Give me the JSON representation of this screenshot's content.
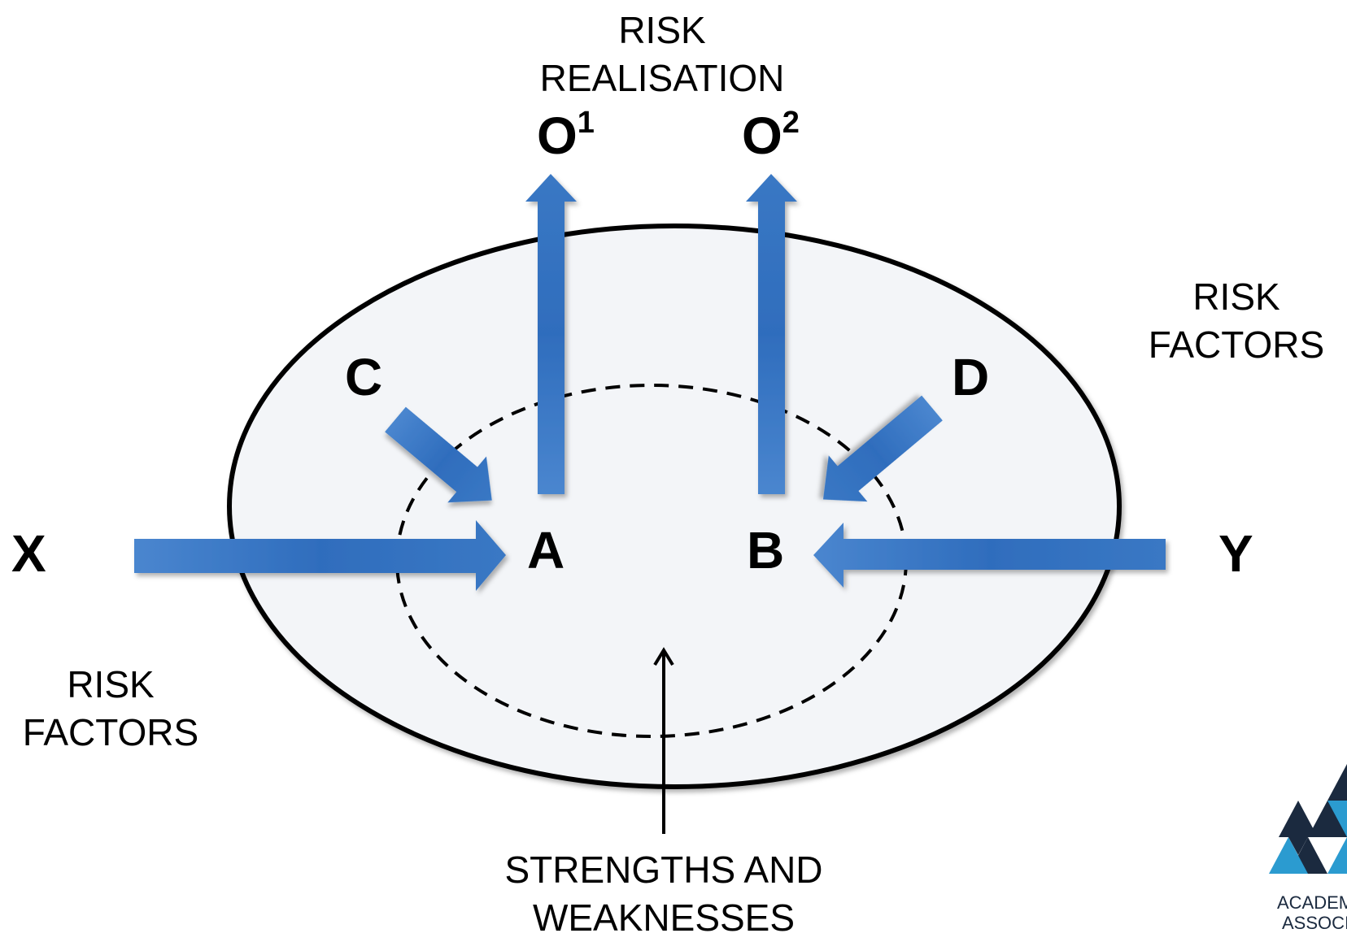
{
  "labels": {
    "risk_realisation": [
      "RISK",
      "REALISATION"
    ],
    "o1": {
      "base": "O",
      "sup": "1"
    },
    "o2": {
      "base": "O",
      "sup": "2"
    },
    "risk_factors_right": [
      "RISK",
      "FACTORS"
    ],
    "risk_factors_left": [
      "RISK",
      "FACTORS"
    ],
    "c": "C",
    "d": "D",
    "x": "X",
    "y": "Y",
    "a": "A",
    "b": "B",
    "strengths_weaknesses": [
      "STRENGTHS AND",
      "WEAKNESSES"
    ]
  },
  "logo": {
    "text_line1": "ACADEM",
    "text_line2": "ASSOCIA"
  },
  "colors": {
    "arrow": "#3a78c4",
    "arrow_dark": "#2e65aa",
    "ellipse_fill": "#f3f5f8",
    "outline": "#000000",
    "logo_dark": "#1b2a3f",
    "logo_light": "#2b9bd0"
  }
}
